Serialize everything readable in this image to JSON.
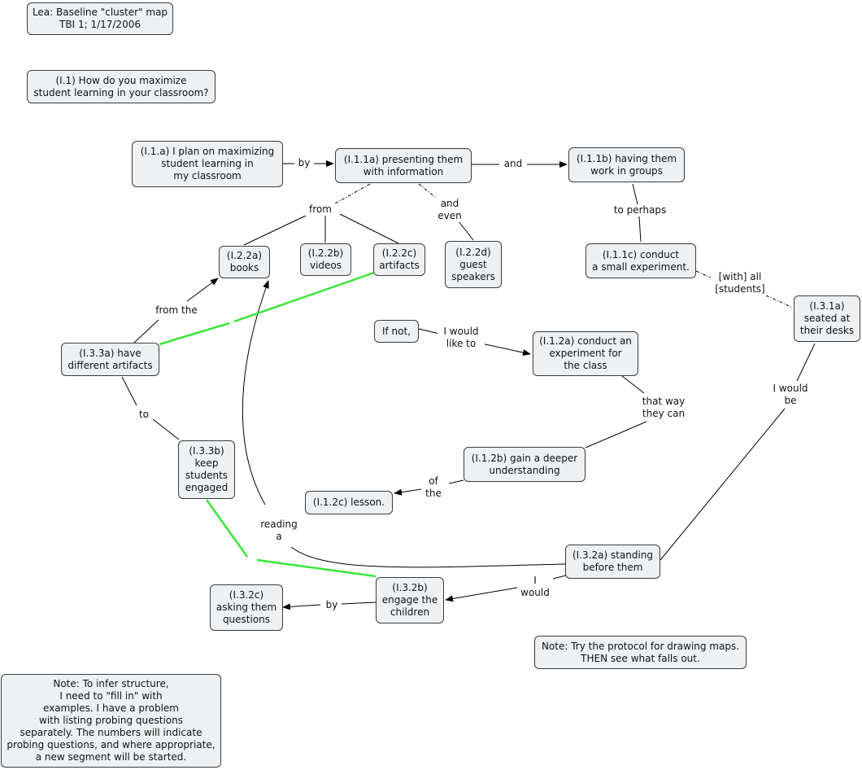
{
  "nodes": {
    "title": "Lea: Baseline \"cluster\" map\nTBI 1; 1/17/2006",
    "question": "(I.1) How do you maximize\nstudent learning in your classroom?",
    "i11a": "(I.1.a) I plan on maximizing\nstudent learning in\nmy classroom",
    "i111a": "(I.1.1a) presenting them\nwith information",
    "i111b": "(I.1.1b) having them\nwork in groups",
    "i111c": "(I.1.1c) conduct\na small experiment.",
    "i22a": "(I.2.2a)\nbooks",
    "i22b": "(I.2.2b)\nvideos",
    "i22c": "(I.2.2c)\nartifacts",
    "i22d": "(I.2.2d)\nguest\nspeakers",
    "i31a": "(I.3.1a)\nseated at\ntheir desks",
    "ifnot": "If not,",
    "i12a": "(I.1.2a) conduct an\nexperiment for\nthe class",
    "i33a": "(I.3.3a) have\ndifferent artifacts",
    "i33b": "(I.3.3b)\nkeep\nstudents\nengaged",
    "i12b": "(I.1.2b) gain a deeper\nunderstanding",
    "i12c": "(I.1.2c) lesson.",
    "i32a": "(I.3.2a) standing\nbefore them",
    "i32b": "(I.3.2b)\nengage the\nchildren",
    "i32c": "(I.3.2c)\nasking them\nquestions",
    "note1": "Note: Try the protocol for drawing maps.\nTHEN see what falls out.",
    "note2": "Note: To infer structure,\nI need to \"fill in\" with\nexamples. I have a problem\nwith listing probing questions\nseparately. The numbers will indicate\nprobing questions, and where appropriate,\na new segment will be started."
  },
  "links": {
    "by1": "by",
    "and1": "and",
    "from": "from",
    "and_even": "and\neven",
    "to_perhaps": "to perhaps",
    "with_all": "[with] all\n[students]",
    "i_would_like": "I would\nlike to",
    "from_the": "from the",
    "i_would_be": "I would\nbe",
    "that_way": "that way\nthey can",
    "to": "to",
    "of_the": "of\nthe",
    "reading_a": "reading\na",
    "i_would": "I\nwould",
    "by2": "by"
  }
}
